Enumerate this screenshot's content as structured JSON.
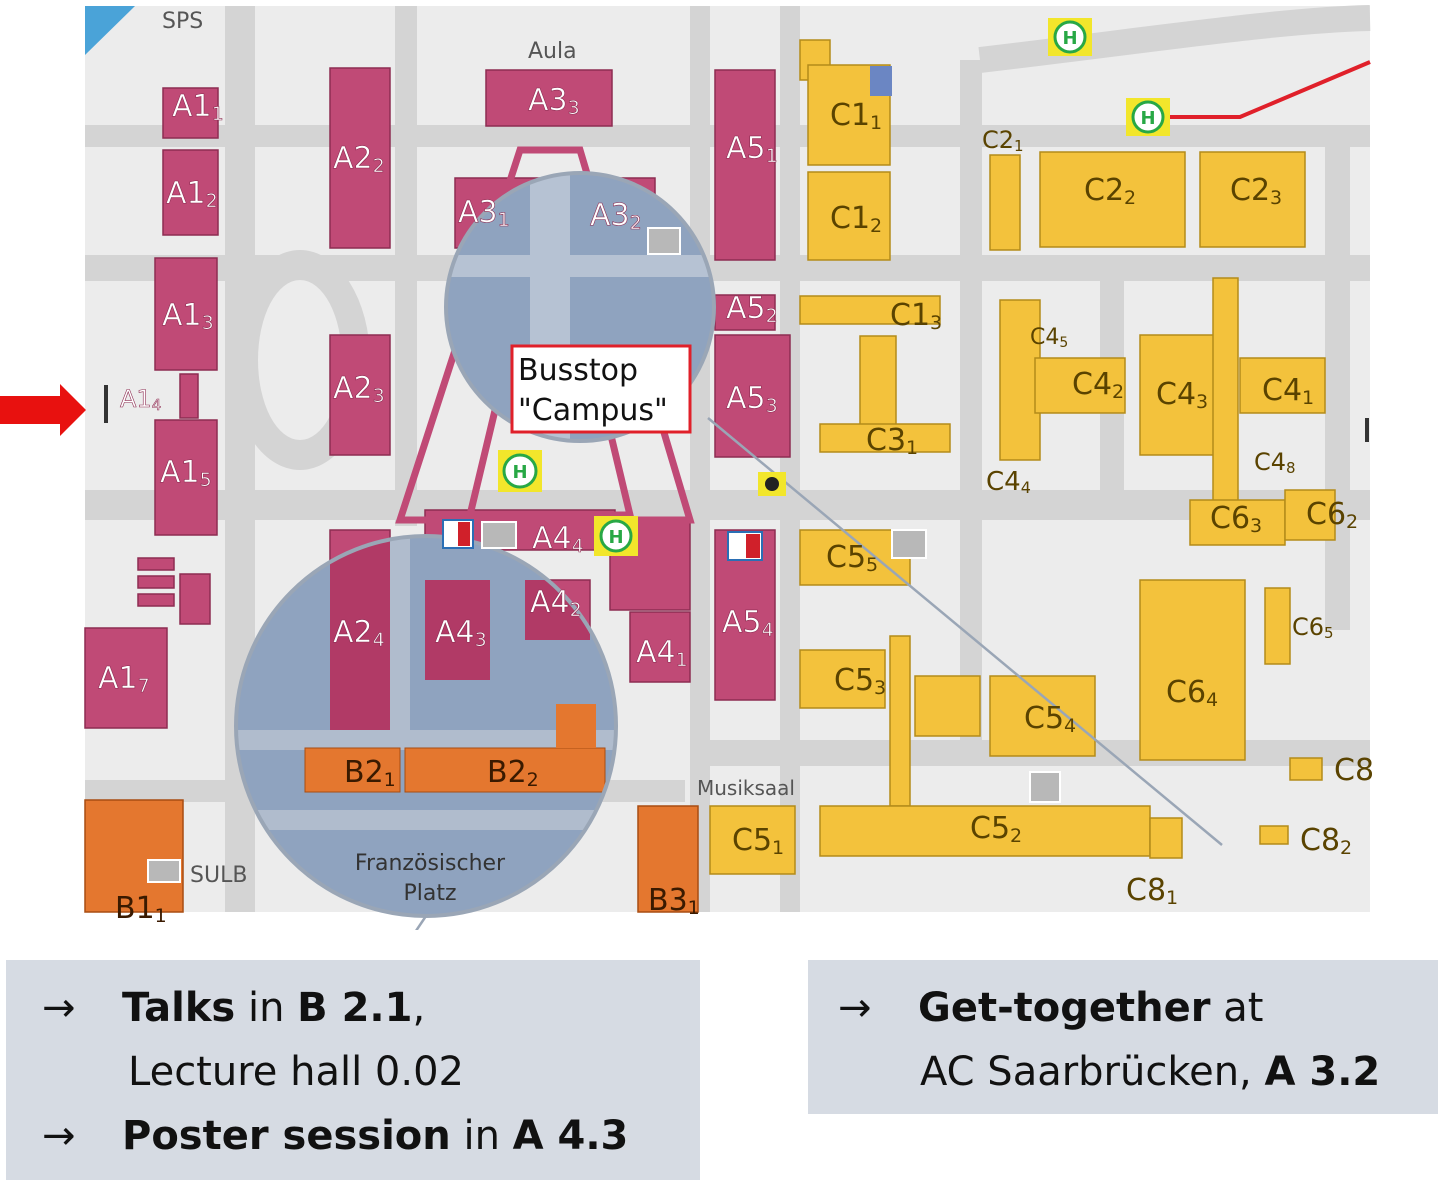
{
  "map": {
    "labels": {
      "sps": "SPS",
      "aula": "Aula",
      "musiksaal": "Musiksaal",
      "sulb": "SULB",
      "platz_line1": "Französischer",
      "platz_line2": "Platz"
    },
    "busstop_callout": {
      "line1": "Busstop",
      "line2": "\"Campus\""
    },
    "buildings": [
      {
        "id": "a11",
        "label": "A1",
        "sub": "1"
      },
      {
        "id": "a12",
        "label": "A1",
        "sub": "2"
      },
      {
        "id": "a13",
        "label": "A1",
        "sub": "3"
      },
      {
        "id": "a14",
        "label": "A1",
        "sub": "4"
      },
      {
        "id": "a15",
        "label": "A1",
        "sub": "5"
      },
      {
        "id": "a17",
        "label": "A1",
        "sub": "7"
      },
      {
        "id": "a22",
        "label": "A2",
        "sub": "2"
      },
      {
        "id": "a23",
        "label": "A2",
        "sub": "3"
      },
      {
        "id": "a24",
        "label": "A2",
        "sub": "4"
      },
      {
        "id": "a31",
        "label": "A3",
        "sub": "1"
      },
      {
        "id": "a32",
        "label": "A3",
        "sub": "2"
      },
      {
        "id": "a33",
        "label": "A3",
        "sub": "3"
      },
      {
        "id": "a41",
        "label": "A4",
        "sub": "1"
      },
      {
        "id": "a42",
        "label": "A4",
        "sub": "2"
      },
      {
        "id": "a43",
        "label": "A4",
        "sub": "3"
      },
      {
        "id": "a44",
        "label": "A4",
        "sub": "4"
      },
      {
        "id": "a51",
        "label": "A5",
        "sub": "1"
      },
      {
        "id": "a52",
        "label": "A5",
        "sub": "2"
      },
      {
        "id": "a53",
        "label": "A5",
        "sub": "3"
      },
      {
        "id": "a54",
        "label": "A5",
        "sub": "4"
      },
      {
        "id": "b11",
        "label": "B1",
        "sub": "1"
      },
      {
        "id": "b21",
        "label": "B2",
        "sub": "1"
      },
      {
        "id": "b22",
        "label": "B2",
        "sub": "2"
      },
      {
        "id": "b31",
        "label": "B3",
        "sub": "1"
      },
      {
        "id": "c11",
        "label": "C1",
        "sub": "1"
      },
      {
        "id": "c12",
        "label": "C1",
        "sub": "2"
      },
      {
        "id": "c13",
        "label": "C1",
        "sub": "3"
      },
      {
        "id": "c21",
        "label": "C2",
        "sub": "1"
      },
      {
        "id": "c22",
        "label": "C2",
        "sub": "2"
      },
      {
        "id": "c23",
        "label": "C2",
        "sub": "3"
      },
      {
        "id": "c31",
        "label": "C3",
        "sub": "1"
      },
      {
        "id": "c41",
        "label": "C4",
        "sub": "1"
      },
      {
        "id": "c42",
        "label": "C4",
        "sub": "2"
      },
      {
        "id": "c43",
        "label": "C4",
        "sub": "3"
      },
      {
        "id": "c44",
        "label": "C4",
        "sub": "4"
      },
      {
        "id": "c45",
        "label": "C4",
        "sub": "5"
      },
      {
        "id": "c48",
        "label": "C4",
        "sub": "8"
      },
      {
        "id": "c51",
        "label": "C5",
        "sub": "1"
      },
      {
        "id": "c52",
        "label": "C5",
        "sub": "2"
      },
      {
        "id": "c53",
        "label": "C5",
        "sub": "3"
      },
      {
        "id": "c54",
        "label": "C5",
        "sub": "4"
      },
      {
        "id": "c55",
        "label": "C5",
        "sub": "5"
      },
      {
        "id": "c62",
        "label": "C6",
        "sub": "2"
      },
      {
        "id": "c63",
        "label": "C6",
        "sub": "3"
      },
      {
        "id": "c64",
        "label": "C6",
        "sub": "4"
      },
      {
        "id": "c65",
        "label": "C6",
        "sub": "5"
      },
      {
        "id": "c81",
        "label": "C8",
        "sub": "1"
      },
      {
        "id": "c82",
        "label": "C8",
        "sub": "2"
      },
      {
        "id": "c8x",
        "label": "C8",
        "sub": ""
      }
    ],
    "colors": {
      "a_buildings": "#c04a76",
      "b_buildings": "#e4772f",
      "c_buildings": "#f3c23c",
      "roads": "#dedede",
      "plaza": "#8fa3bf",
      "entrance_arrow": "#e8110f",
      "bus_route": "#e0202a"
    }
  },
  "info_left": {
    "arrow": "→",
    "talks": "Talks",
    "in1": " in  ",
    "b21": "B 2.1",
    "comma": ",",
    "hall": "Lecture hall 0.02",
    "poster": "Poster session",
    "in2": " in ",
    "a43": "A 4.3"
  },
  "info_right": {
    "arrow": "→",
    "gettogether": "Get-together",
    "at": " at",
    "place": "AC Saarbrücken, ",
    "a32": "A 3.2"
  },
  "colors": {
    "info_box_bg": "#d6dbe3"
  }
}
